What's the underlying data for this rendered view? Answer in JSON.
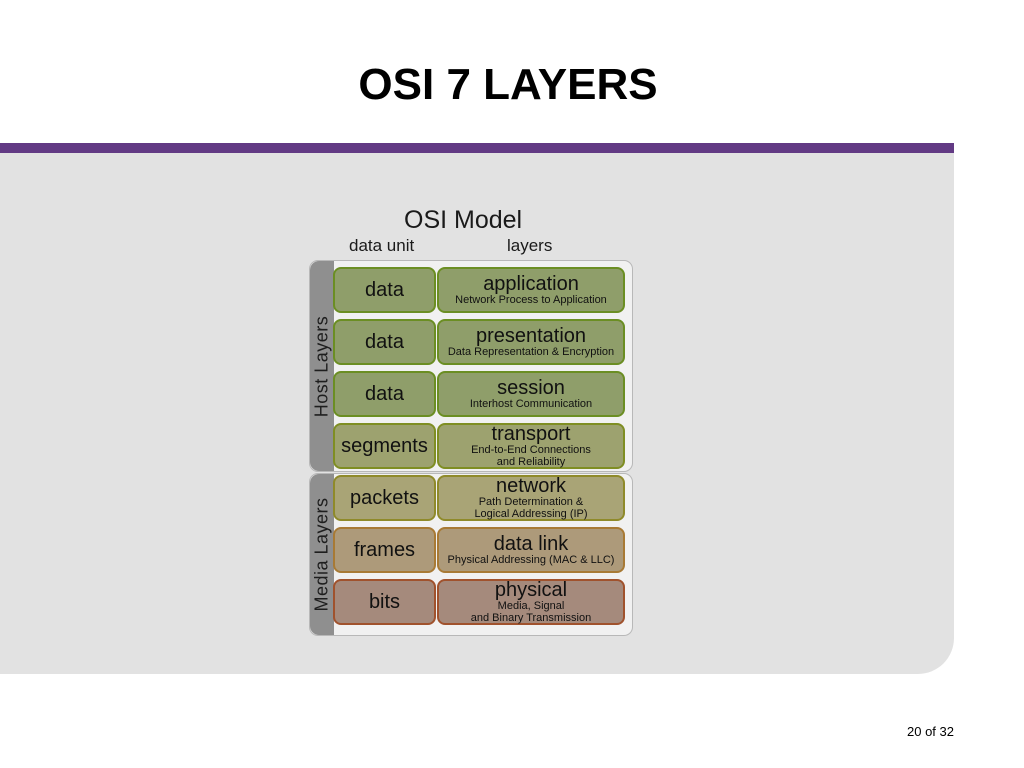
{
  "slide": {
    "title": "OSI 7 LAYERS",
    "page_number": "20 of 32",
    "accent_color": "#623a84"
  },
  "diagram": {
    "title": "OSI Model",
    "column_unit": "data unit",
    "column_layers": "layers",
    "host_group_label": "Host Layers",
    "media_group_label": "Media Layers",
    "rows": [
      {
        "unit": "data",
        "layer": "application",
        "desc1": "Network Process to Application",
        "desc2": "",
        "fill": "#8f9e6a",
        "border": "#6b8e23"
      },
      {
        "unit": "data",
        "layer": "presentation",
        "desc1": "Data Representation & Encryption",
        "desc2": "",
        "fill": "#8f9e6a",
        "border": "#6b8e23"
      },
      {
        "unit": "data",
        "layer": "session",
        "desc1": "Interhost Communication",
        "desc2": "",
        "fill": "#8f9e6a",
        "border": "#6b8e23"
      },
      {
        "unit": "segments",
        "layer": "transport",
        "desc1": "End-to-End Connections",
        "desc2": "and Reliability",
        "fill": "#9da26f",
        "border": "#7f8e23"
      },
      {
        "unit": "packets",
        "layer": "network",
        "desc1": "Path Determination &",
        "desc2": "Logical Addressing (IP)",
        "fill": "#a9a476",
        "border": "#8f8a2a"
      },
      {
        "unit": "frames",
        "layer": "data link",
        "desc1": "Physical Addressing (MAC & LLC)",
        "desc2": "",
        "fill": "#ad9a7a",
        "border": "#a87a35"
      },
      {
        "unit": "bits",
        "layer": "physical",
        "desc1": "Media, Signal",
        "desc2": "and Binary Transmission",
        "fill": "#a58a7c",
        "border": "#a0522d"
      }
    ]
  }
}
